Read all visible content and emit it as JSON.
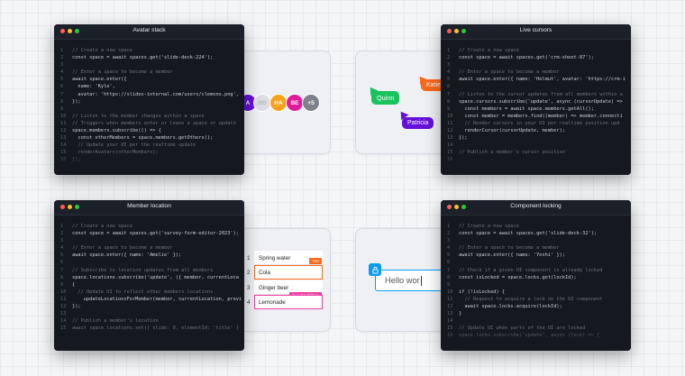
{
  "colors": {
    "dot_red": "#ff5f57",
    "dot_yellow": "#febc2e",
    "dot_green": "#28c840",
    "green": "#19c25b",
    "orange": "#f96a1c",
    "purple": "#6510d8",
    "amber": "#f8a21b",
    "magenta": "#e2199b",
    "grey": "#7d818a",
    "pink": "#ee3fa6",
    "blue": "#0a9cf3"
  },
  "windows": {
    "avatar": {
      "title": "Avatar stack",
      "lines": [
        {
          "n": "1",
          "t": "// Create a new space",
          "c": true
        },
        {
          "n": "2",
          "t": "const space = await spaces.get('slide-deck-224');"
        },
        {
          "n": "3",
          "t": ""
        },
        {
          "n": "4",
          "t": "// Enter a space to become a member",
          "c": true
        },
        {
          "n": "5",
          "t": "await space.enter({"
        },
        {
          "n": "6",
          "t": "  name: 'Kyle',"
        },
        {
          "n": "7",
          "t": "  avatar: 'https://slides-internal.com/users/clemons.png',"
        },
        {
          "n": "8",
          "t": "});"
        },
        {
          "n": "9",
          "t": ""
        },
        {
          "n": "10",
          "t": "// Listen to the member changes within a space",
          "c": true
        },
        {
          "n": "11",
          "t": "// Triggers when members enter or leave a space or update",
          "c": true
        },
        {
          "n": "12",
          "t": "space.members.subscribe(() => {"
        },
        {
          "n": "13",
          "t": "  const otherMembers = space.members.getOthers();"
        },
        {
          "n": "14",
          "t": "  // Update your UI per the realtime update",
          "c": true
        },
        {
          "n": "15",
          "t": "  renderAvatars(otherMembers);",
          "c": true
        },
        {
          "n": "16",
          "t": "});",
          "c": true
        }
      ]
    },
    "cursors": {
      "title": "Live cursors",
      "lines": [
        {
          "n": "1",
          "t": "// Create a new space",
          "c": true
        },
        {
          "n": "2",
          "t": "const space = await spaces.get('crm-sheet-87');"
        },
        {
          "n": "3",
          "t": ""
        },
        {
          "n": "4",
          "t": "// Enter a space to become a member",
          "c": true
        },
        {
          "n": "5",
          "t": "await space.enter({ name: 'Helmut', avatar: 'https://crm-i"
        },
        {
          "n": "6",
          "t": ""
        },
        {
          "n": "7",
          "t": "// Listen to the cursor updates from all members within a",
          "c": true
        },
        {
          "n": "8",
          "t": "space.cursors.subscribe('update', async (cursorUpdate) =>"
        },
        {
          "n": "9",
          "t": "  const members = await space.members.getAll();"
        },
        {
          "n": "10",
          "t": "  const member = members.find((member) => member.connecti"
        },
        {
          "n": "11",
          "t": "  // Render cursors in your UI per realtime position upd",
          "c": true
        },
        {
          "n": "12",
          "t": "  renderCursor(cursorUpdate, member);"
        },
        {
          "n": "13",
          "t": "});"
        },
        {
          "n": "14",
          "t": ""
        },
        {
          "n": "15",
          "t": "// Publish a member's cursor position",
          "c": true
        },
        {
          "n": "16",
          "t": "",
          "c": true
        }
      ]
    },
    "location": {
      "title": "Member location",
      "lines": [
        {
          "n": "1",
          "t": "// Create a new space",
          "c": true
        },
        {
          "n": "2",
          "t": "const space = await spaces.get('survey-form-editor-2023');"
        },
        {
          "n": "3",
          "t": ""
        },
        {
          "n": "4",
          "t": "// Enter a space to become a member",
          "c": true
        },
        {
          "n": "5",
          "t": "await space.enter({ name: 'Amelie' });"
        },
        {
          "n": "6",
          "t": ""
        },
        {
          "n": "7",
          "t": "// Subscribe to location updates from all members",
          "c": true
        },
        {
          "n": "8",
          "t": "space.locations.subscribe('update', ({ member, currentLoca"
        },
        {
          "n": "9",
          "t": "{"
        },
        {
          "n": "10",
          "t": "  // Update UI to reflect other members locations",
          "c": true
        },
        {
          "n": "11",
          "t": "    updateLocationsForMember(member, currentLocation, previ"
        },
        {
          "n": "12",
          "t": "});"
        },
        {
          "n": "13",
          "t": ""
        },
        {
          "n": "14",
          "t": "// Publish a member's location",
          "c": true
        },
        {
          "n": "15",
          "t": "await space.locations.set({ slide: 0, elementId: 'title' }",
          "c": true
        }
      ]
    },
    "locking": {
      "title": "Component locking",
      "lines": [
        {
          "n": "1",
          "t": "// Create a new space",
          "c": true
        },
        {
          "n": "2",
          "t": "const space = await spaces.get('slide-deck-32');"
        },
        {
          "n": "3",
          "t": ""
        },
        {
          "n": "4",
          "t": "// Enter a space to become a member",
          "c": true
        },
        {
          "n": "5",
          "t": "await space.enter({ name: 'Yoshi' });"
        },
        {
          "n": "6",
          "t": ""
        },
        {
          "n": "7",
          "t": "// Check if a given UI component is already locked",
          "c": true
        },
        {
          "n": "8",
          "t": "const isLocked = space.locks.get(lockId);"
        },
        {
          "n": "9",
          "t": ""
        },
        {
          "n": "10",
          "t": "if (!isLocked) {"
        },
        {
          "n": "11",
          "t": "  // Request to acquire a lock on the UI component",
          "c": true
        },
        {
          "n": "12",
          "t": "  await space.locks.acquire(lockId);"
        },
        {
          "n": "13",
          "t": "}"
        },
        {
          "n": "14",
          "t": ""
        },
        {
          "n": "15",
          "t": "// Update UI when parts of the UI are locked",
          "c": true
        },
        {
          "n": "16",
          "t": "space.locks.subscribe('update', async (lock) => {",
          "c": true
        }
      ]
    }
  },
  "avatar_stack": {
    "avatars": [
      {
        "initials": "A",
        "color": "#6510d8"
      },
      {
        "initials": "HD",
        "color": "#dcdde0",
        "text": "#b5b7bc"
      },
      {
        "initials": "HA",
        "color": "#f8a21b"
      },
      {
        "initials": "BE",
        "color": "#e2199b"
      },
      {
        "initials": "+5",
        "color": "#7d818a"
      }
    ]
  },
  "live_cursors": {
    "quinn": "Quinn",
    "katie": "Katie",
    "patricia": "Patricia"
  },
  "member_location": {
    "rows": [
      {
        "num": "1",
        "label": "Spring water"
      },
      {
        "num": "2",
        "label": "Cola",
        "tag": "You"
      },
      {
        "num": "3",
        "label": "Ginger beer",
        "tag": "Sue Bradshaw"
      },
      {
        "num": "4",
        "label": "Lemonade"
      }
    ]
  },
  "component_locking": {
    "input_value": "Hello wor"
  }
}
